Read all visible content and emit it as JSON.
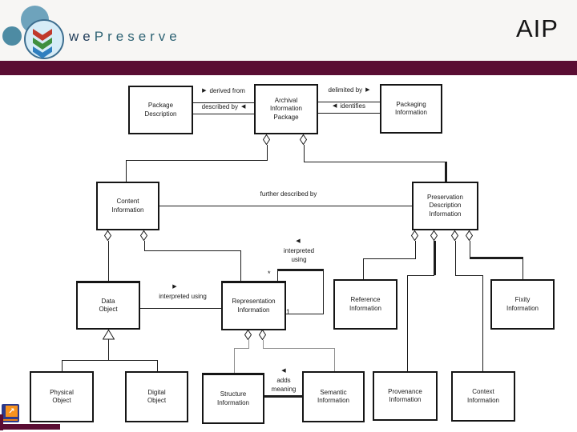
{
  "header": {
    "logo_we": "we",
    "logo_preserve": "Preserve",
    "title": "AIP",
    "colors": {
      "maroon_bar": "#5a0d33",
      "header_bg": "#f7f6f4",
      "logo_teal": "#4d8ba3",
      "logo_light_blue": "#d6ecf7",
      "chevron_red": "#c0392b",
      "chevron_green": "#3f8f3f",
      "chevron_blue": "#2f7fbf"
    }
  },
  "icons": {
    "arrow_right": "▶",
    "arrow_left": "◀",
    "external_link_arrow": "↗"
  },
  "diagram": {
    "nodes": {
      "package_description": {
        "lines": [
          "Package",
          "Description"
        ]
      },
      "archival_information_package": {
        "lines": [
          "Archival",
          "Information",
          "Package"
        ]
      },
      "packaging_information": {
        "lines": [
          "Packaging",
          "Information"
        ]
      },
      "content_information": {
        "lines": [
          "Content",
          "Information"
        ]
      },
      "preservation_description_information": {
        "lines": [
          "Preservation",
          "Description",
          "Information"
        ]
      },
      "data_object": {
        "lines": [
          "Data",
          "Object"
        ]
      },
      "representation_information": {
        "lines": [
          "Representation",
          "Information"
        ]
      },
      "reference_information": {
        "lines": [
          "Reference",
          "Information"
        ]
      },
      "fixity_information": {
        "lines": [
          "Fixity",
          "Information"
        ]
      },
      "physical_object": {
        "lines": [
          "Physical",
          "Object"
        ]
      },
      "digital_object": {
        "lines": [
          "Digital",
          "Object"
        ]
      },
      "structure_information": {
        "lines": [
          "Structure",
          "Information"
        ]
      },
      "semantic_information": {
        "lines": [
          "Semantic",
          "Information"
        ]
      },
      "provenance_information": {
        "lines": [
          "Provenance",
          "Information"
        ]
      },
      "context_information": {
        "lines": [
          "Context",
          "Information"
        ]
      }
    },
    "edge_labels": {
      "derived_from": "derived from",
      "described_by": "described by",
      "delimited_by": "delimited by",
      "identifies": "identifies",
      "further_described_by": "further described by",
      "interpreted_using_left": "interpreted using",
      "interpreted_using_self": {
        "lines": [
          "interpreted",
          "using"
        ]
      },
      "adds_meaning": {
        "lines": [
          "adds",
          "meaning"
        ]
      },
      "mult_many": "*",
      "mult_one": "1"
    },
    "line_color": "#1c1c1c"
  }
}
